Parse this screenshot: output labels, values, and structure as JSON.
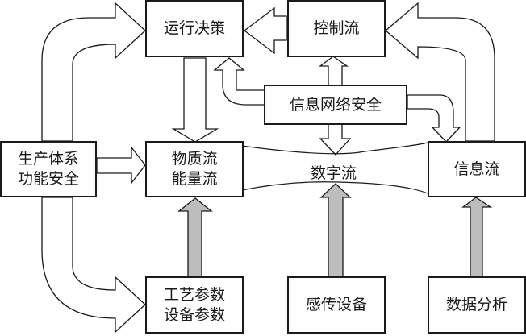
{
  "diagram": {
    "nodes": {
      "operation_decision": "运行决策",
      "control_flow": "控制流",
      "info_network_security": "信息网络安全",
      "production_safety_line1": "生产体系",
      "production_safety_line2": "功能安全",
      "material_flow_line1": "物质流",
      "material_flow_line2": "能量流",
      "digital_flow": "数字流",
      "info_flow": "信息流",
      "process_params_line1": "工艺参数",
      "process_params_line2": "设备参数",
      "sensing_devices": "感传设备",
      "data_analysis": "数据分析"
    },
    "edges": [
      {
        "from": "生产体系功能安全",
        "to": "运行决策",
        "style": "hollow"
      },
      {
        "from": "生产体系功能安全",
        "to": "物质流能量流",
        "style": "hollow"
      },
      {
        "from": "生产体系功能安全",
        "to": "工艺参数设备参数",
        "style": "hollow"
      },
      {
        "from": "控制流",
        "to": "运行决策",
        "style": "hollow"
      },
      {
        "from": "运行决策",
        "to": "物质流能量流",
        "style": "hollow"
      },
      {
        "from": "信息网络安全",
        "to": "运行决策",
        "style": "hollow"
      },
      {
        "from": "信息网络安全",
        "to": "控制流",
        "style": "hollow"
      },
      {
        "from": "信息网络安全",
        "to": "数字流",
        "style": "hollow"
      },
      {
        "from": "信息网络安全",
        "to": "信息流",
        "style": "hollow"
      },
      {
        "from": "信息流",
        "to": "控制流",
        "style": "hollow"
      },
      {
        "from": "工艺参数设备参数",
        "to": "物质流能量流",
        "style": "gray"
      },
      {
        "from": "感传设备",
        "to": "数字流",
        "style": "gray"
      },
      {
        "from": "数据分析",
        "to": "信息流",
        "style": "gray"
      }
    ],
    "colors": {
      "line": "#1a1a1a",
      "gray_fill": "#bdbdbd"
    }
  }
}
